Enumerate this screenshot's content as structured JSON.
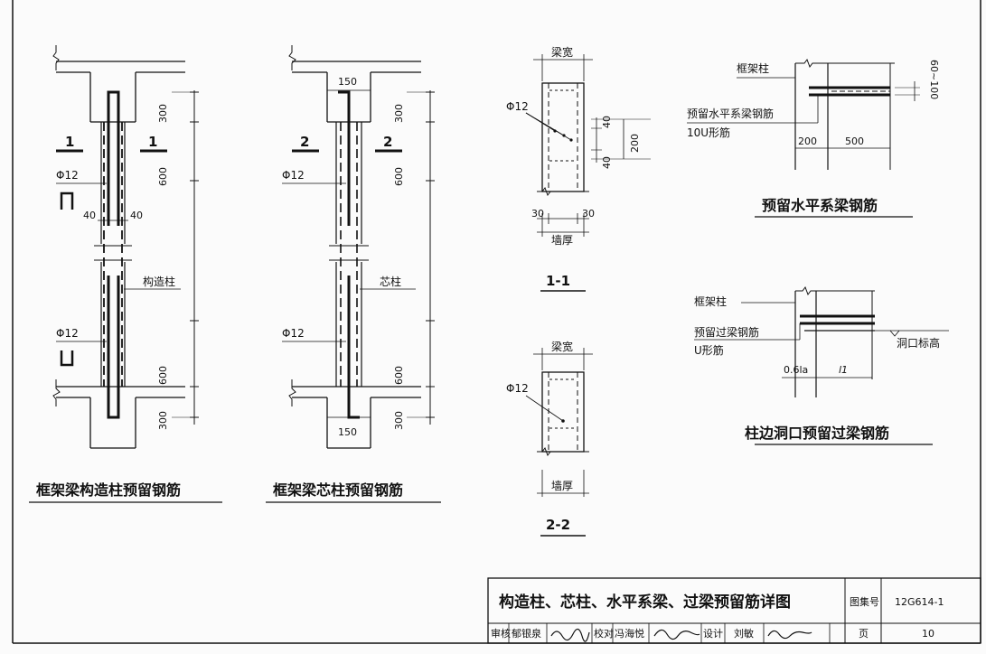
{
  "diagram1": {
    "title": "框架梁构造柱预留钢筋",
    "dim_top": "300",
    "dim_mid": "600",
    "dim_bot1": "600",
    "dim_bot2": "300",
    "section_mark": "1",
    "bar_label_upper": "Φ12",
    "bar_label_lower": "Φ12",
    "cover_left": "40",
    "cover_right": "40",
    "column_label": "构造柱"
  },
  "diagram2": {
    "title": "框架梁芯柱预留钢筋",
    "dim_top_width": "150",
    "dim_bot_width": "150",
    "dim_top": "300",
    "dim_mid": "600",
    "dim_bot1": "600",
    "dim_bot2": "300",
    "section_mark": "2",
    "bar_label_upper": "Φ12",
    "bar_label_lower": "Φ12",
    "column_label": "芯柱"
  },
  "section11": {
    "name": "1-1",
    "top_label": "梁宽",
    "bar_label": "Φ12",
    "dim_a": "40",
    "dim_b": "200",
    "dim_c": "40",
    "cover_left": "30",
    "cover_right": "30",
    "bottom_label": "墙厚"
  },
  "section22": {
    "name": "2-2",
    "top_label": "梁宽",
    "bar_label": "Φ12",
    "bottom_label": "墙厚"
  },
  "horizontal_beam": {
    "title": "预留水平系梁钢筋",
    "frame_column": "框架柱",
    "bar_label": "预留水平系梁钢筋",
    "u_label": "10U形筋",
    "dim_200": "200",
    "dim_500": "500",
    "dim_spacing": "60~100"
  },
  "lintel": {
    "title": "柱边洞口预留过梁钢筋",
    "frame_column": "框架柱",
    "bar_label": "预留过梁钢筋",
    "u_label": "U形筋",
    "opening_level": "洞口标高",
    "dim_anchor": "0.6la",
    "dim_length": "l1"
  },
  "title_block": {
    "drawing_title": "构造柱、芯柱、水平系梁、过梁预留筋详图",
    "atlas_label": "图集号",
    "atlas_no": "12G614-1",
    "review_label": "审核",
    "reviewer": "郁银泉",
    "check_label": "校对",
    "checker": "冯海悦",
    "design_label": "设计",
    "designer": "刘敏",
    "page_label": "页",
    "page_no": "10"
  }
}
